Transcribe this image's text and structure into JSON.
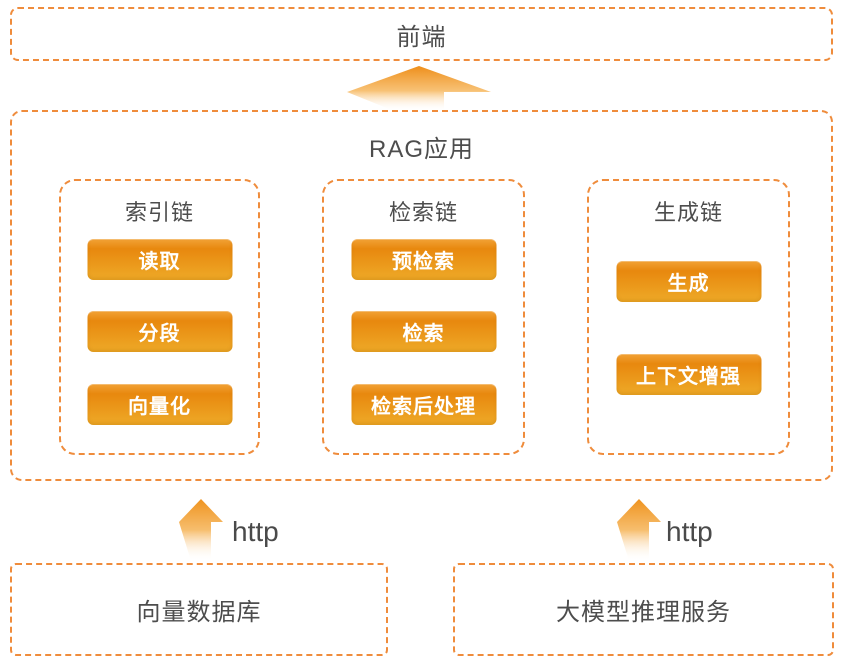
{
  "colors": {
    "accent_orange": "#ef8c3c",
    "button_gradient_top": "#f2a236",
    "button_gradient_mid": "#e8880e",
    "button_gradient_bottom": "#eeaa28",
    "arrow_orange": "#ef931f",
    "title_text": "#4d4d4d",
    "button_text": "#ffffff"
  },
  "frontend": {
    "label": "前端"
  },
  "rag": {
    "title": "RAG应用",
    "chains": [
      {
        "title": "索引链",
        "steps": [
          "读取",
          "分段",
          "向量化"
        ]
      },
      {
        "title": "检索链",
        "steps": [
          "预检索",
          "检索",
          "检索后处理"
        ]
      },
      {
        "title": "生成链",
        "steps": [
          "生成",
          "上下文增强"
        ]
      }
    ]
  },
  "connections": {
    "vector_db": {
      "protocol": "http"
    },
    "llm": {
      "protocol": "http"
    }
  },
  "services": {
    "vector_db": {
      "label": "向量数据库"
    },
    "llm": {
      "label": "大模型推理服务"
    }
  }
}
